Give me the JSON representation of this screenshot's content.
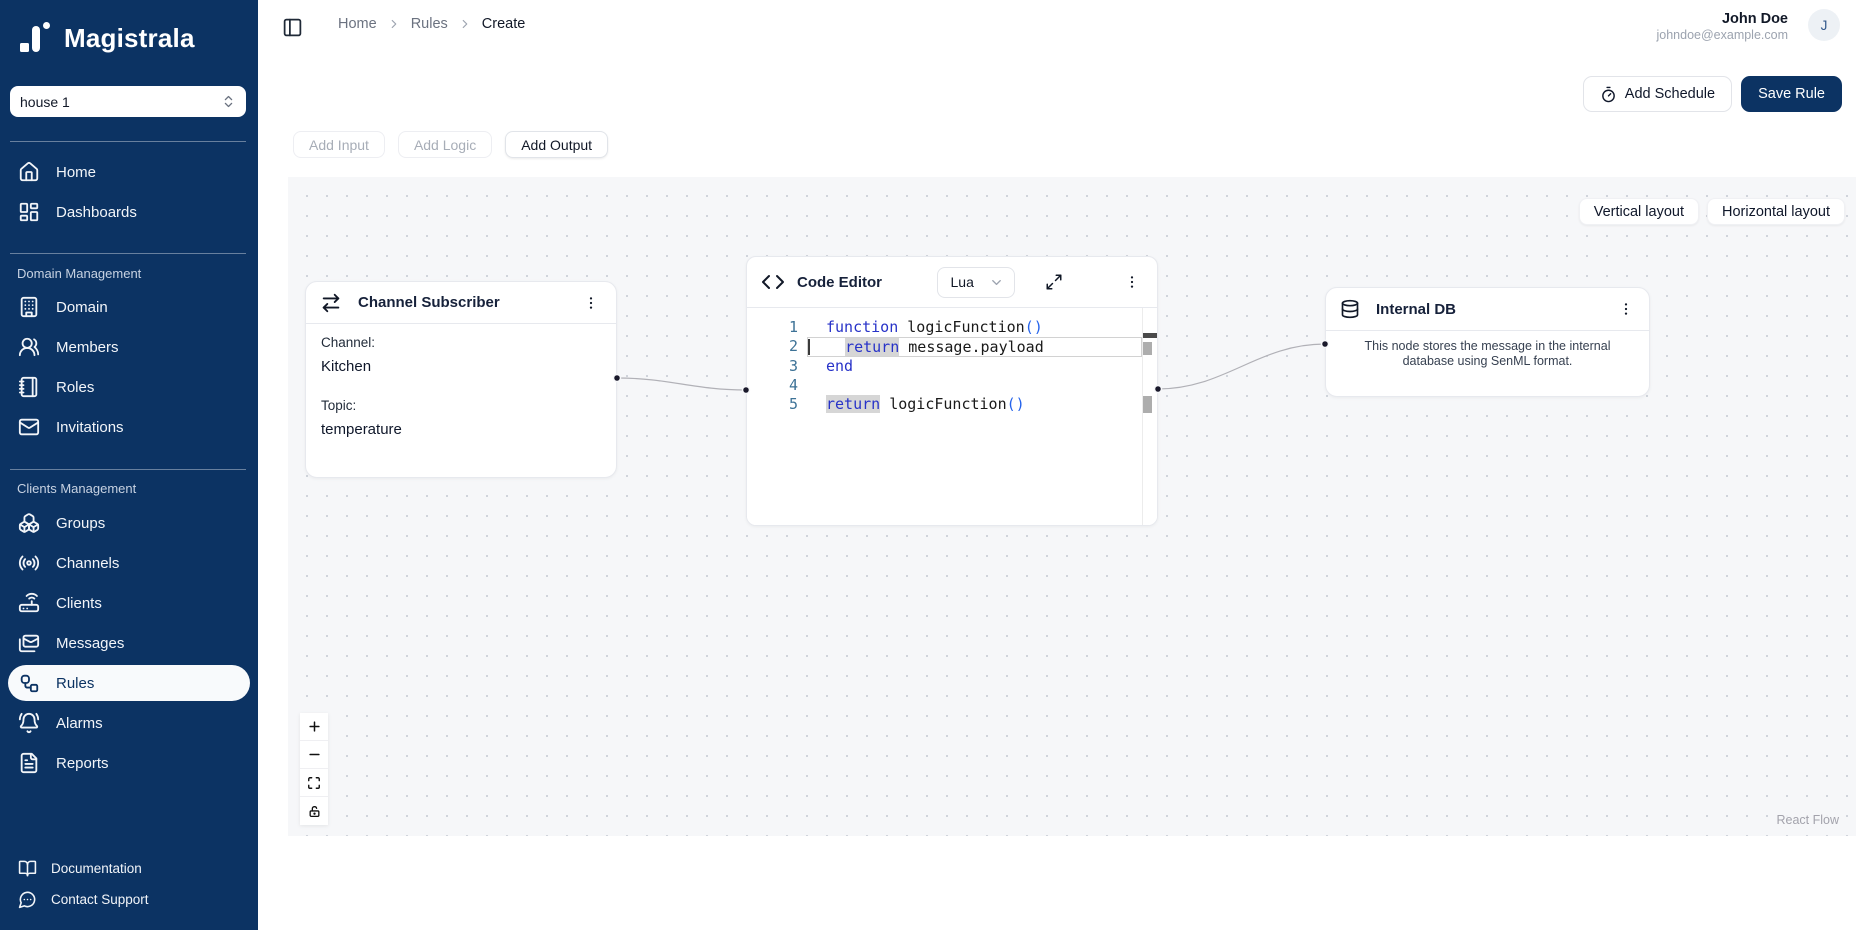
{
  "app": {
    "name": "Magistrala"
  },
  "sidebar": {
    "workspace_select": {
      "value": "house 1"
    },
    "primary": [
      {
        "label": "Home"
      },
      {
        "label": "Dashboards"
      }
    ],
    "sections": [
      {
        "title": "Domain Management",
        "items": [
          {
            "label": "Domain"
          },
          {
            "label": "Members"
          },
          {
            "label": "Roles"
          },
          {
            "label": "Invitations"
          }
        ]
      },
      {
        "title": "Clients Management",
        "items": [
          {
            "label": "Groups"
          },
          {
            "label": "Channels"
          },
          {
            "label": "Clients"
          },
          {
            "label": "Messages"
          },
          {
            "label": "Rules",
            "active": true
          },
          {
            "label": "Alarms"
          },
          {
            "label": "Reports"
          }
        ]
      }
    ],
    "footer": [
      {
        "label": "Documentation"
      },
      {
        "label": "Contact Support"
      }
    ]
  },
  "header": {
    "breadcrumb": {
      "items": [
        "Home",
        "Rules",
        "Create"
      ]
    },
    "user": {
      "name": "John Doe",
      "email": "johndoe@example.com",
      "initial": "J"
    }
  },
  "actions": {
    "add_schedule": "Add Schedule",
    "save_rule": "Save Rule"
  },
  "toolbar": {
    "add_input": "Add Input",
    "add_logic": "Add Logic",
    "add_output": "Add Output"
  },
  "canvas": {
    "layout_controls": {
      "vertical": "Vertical layout",
      "horizontal": "Horizontal layout"
    },
    "attribution": "React Flow",
    "nodes": {
      "channel_subscriber": {
        "title": "Channel Subscriber",
        "channel_label": "Channel:",
        "channel_value": "Kitchen",
        "topic_label": "Topic:",
        "topic_value": "temperature"
      },
      "code_editor": {
        "title": "Code Editor",
        "language": "Lua",
        "gutter": [
          "1",
          "2",
          "3",
          "4",
          "5"
        ],
        "code": {
          "l1": {
            "kw": "function",
            "id": " logicFunction",
            "pr": "()"
          },
          "l2": {
            "indent": "  ",
            "kw": "return",
            "id": " message.payload"
          },
          "l3": {
            "kw": "end"
          },
          "l5": {
            "kw": "return",
            "id": " logicFunction",
            "pr": "()"
          }
        }
      },
      "internal_db": {
        "title": "Internal DB",
        "description": "This node stores the message in the internal database using SenML format."
      }
    }
  },
  "colors": {
    "brand_navy": "#0C3363",
    "canvas_bg": "#F6F7F9",
    "edge": "#B1B1B7",
    "keyword": "#2732C8",
    "paren": "#2563EB",
    "line_number": "#3D7296",
    "match_highlight": "#D6D6D6"
  }
}
